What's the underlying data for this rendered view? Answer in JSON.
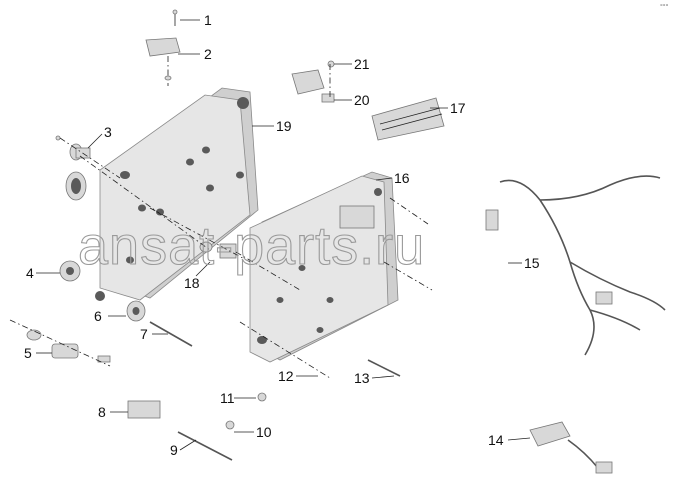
{
  "watermark": "ansat-parts.ru",
  "corner_mark": "°°°",
  "callouts": [
    "1",
    "2",
    "3",
    "4",
    "5",
    "6",
    "7",
    "8",
    "9",
    "10",
    "11",
    "12",
    "13",
    "14",
    "15",
    "16",
    "17",
    "18",
    "19",
    "20",
    "21"
  ]
}
